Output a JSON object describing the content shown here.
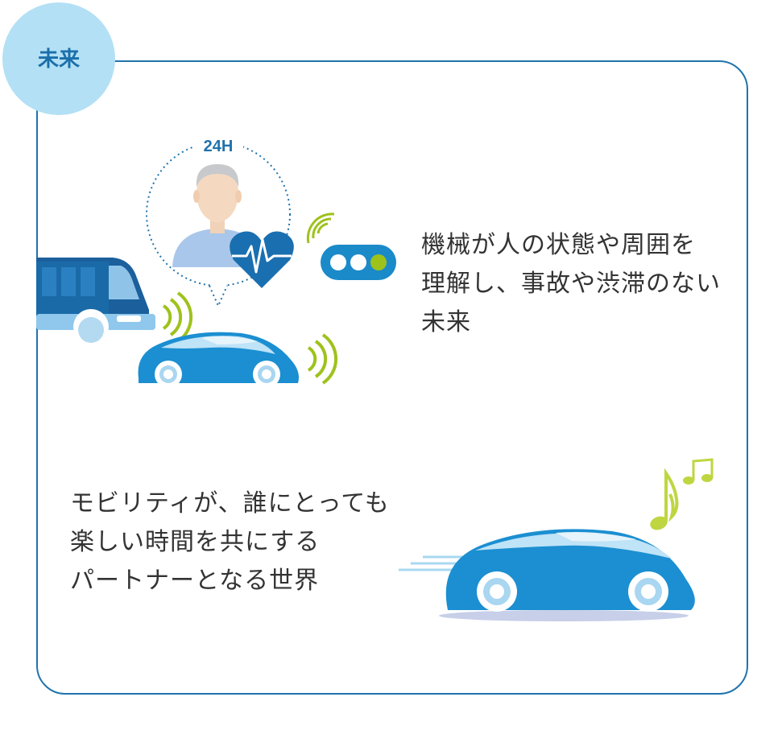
{
  "badge": {
    "label": "未来"
  },
  "scene1": {
    "monitor_label": "24H",
    "description_lines": [
      "機械が人の状態や周囲を",
      "理解し、事故や渋滞のない",
      "未来"
    ]
  },
  "scene2": {
    "description_lines": [
      "モビリティが、誰にとっても",
      "楽しい時間を共にする",
      "パートナーとなる世界"
    ]
  },
  "colors": {
    "frame": "#1f73ad",
    "badge_bg": "#b3e0f5",
    "car_blue": "#1b8fd1",
    "light_blue": "#a8d8f2",
    "signal_green": "#9ec21c",
    "text": "#333333"
  }
}
